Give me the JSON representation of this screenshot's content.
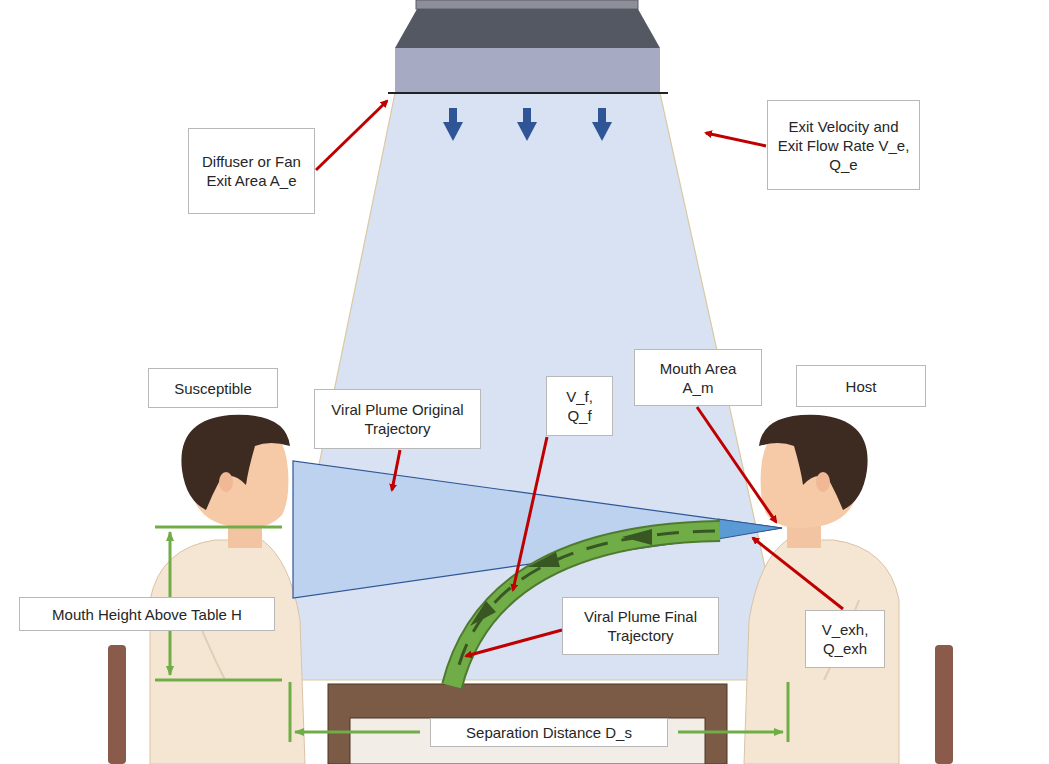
{
  "diagram": {
    "nodes": [
      {
        "text": [
          "Diffuser or Fan Exit Area A_e"
        ]
      },
      {
        "text": [
          "Exit Velocity and Exit Flow Rate V_e, Q_e"
        ]
      },
      {
        "text": [
          "Mouth Area A_m"
        ]
      },
      {
        "text": [
          "Susceptible"
        ]
      },
      {
        "text": [
          "Host"
        ]
      },
      {
        "text": [
          "V_f, Q_f"
        ]
      },
      {
        "text": [
          "Viral Plume Original Trajectory"
        ]
      },
      {
        "text": [
          "Mouth Height Above Table H"
        ]
      },
      {
        "text": [
          "Viral Plume Final Trajectory"
        ]
      },
      {
        "text": [
          "V_exh, Q_exh"
        ]
      },
      {
        "text": [
          "Separation Distance D_s"
        ]
      }
    ]
  }
}
